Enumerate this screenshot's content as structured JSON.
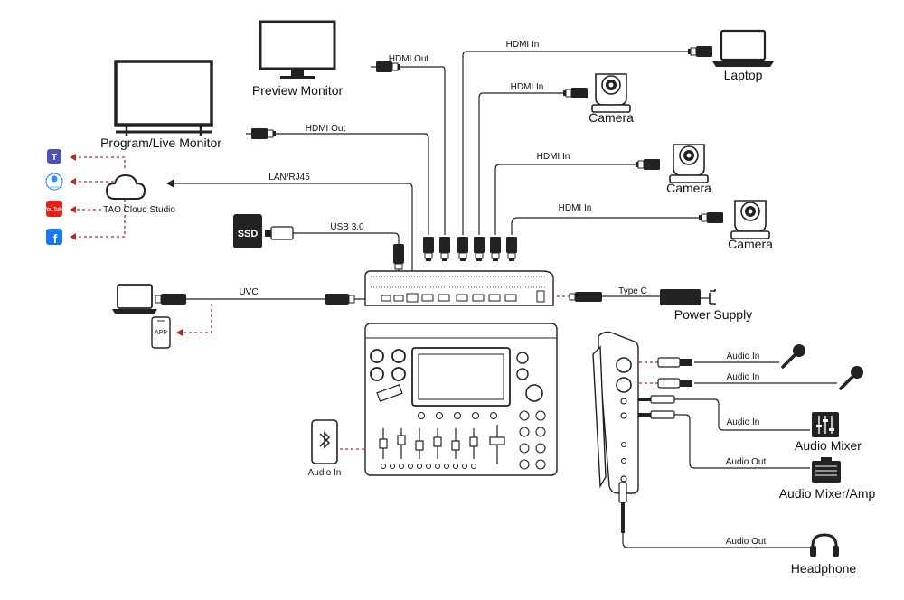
{
  "devices": {
    "preview_monitor": "Preview Monitor",
    "program_monitor": "Program/Live Monitor",
    "laptop": "Laptop",
    "camera_1": "Camera",
    "camera_2": "Camera",
    "camera_3": "Camera",
    "cloud": "TAO Cloud Studio",
    "ssd": "SSD",
    "power_supply": "Power Supply",
    "audio_mixer": "Audio Mixer",
    "audio_mixer_amp": "Audio Mixer/Amp",
    "headphone": "Headphone",
    "app": "APP"
  },
  "connections": {
    "hdmi_out_preview": "HDMI Out",
    "hdmi_out_program": "HDMI Out",
    "hdmi_in_laptop": "HDMI In",
    "hdmi_in_camera_1": "HDMI In",
    "hdmi_in_camera_2": "HDMI In",
    "hdmi_in_camera_3": "HDMI In",
    "lan": "LAN/RJ45",
    "usb": "USB 3.0",
    "uvc": "UVC",
    "type_c": "Type C",
    "audio_in_mic_1": "Audio In",
    "audio_in_mic_2": "Audio In",
    "audio_in_mixer": "Audio In",
    "audio_out_amp": "Audio Out",
    "audio_out_headphone": "Audio Out",
    "bluetooth_audio_in": "Audio In"
  },
  "platforms": [
    {
      "name": "teams",
      "color": "#4b53bc"
    },
    {
      "name": "zoom",
      "color": "#2d8cff"
    },
    {
      "name": "youtube",
      "color": "#e62117"
    },
    {
      "name": "facebook",
      "color": "#1877f2"
    }
  ],
  "platform_glyphs": {
    "teams": "T",
    "zoom": "zoom",
    "youtube": "You Tube",
    "facebook": "f"
  },
  "colors": {
    "line": "#222222",
    "signal_arrow": "#c0282d"
  }
}
